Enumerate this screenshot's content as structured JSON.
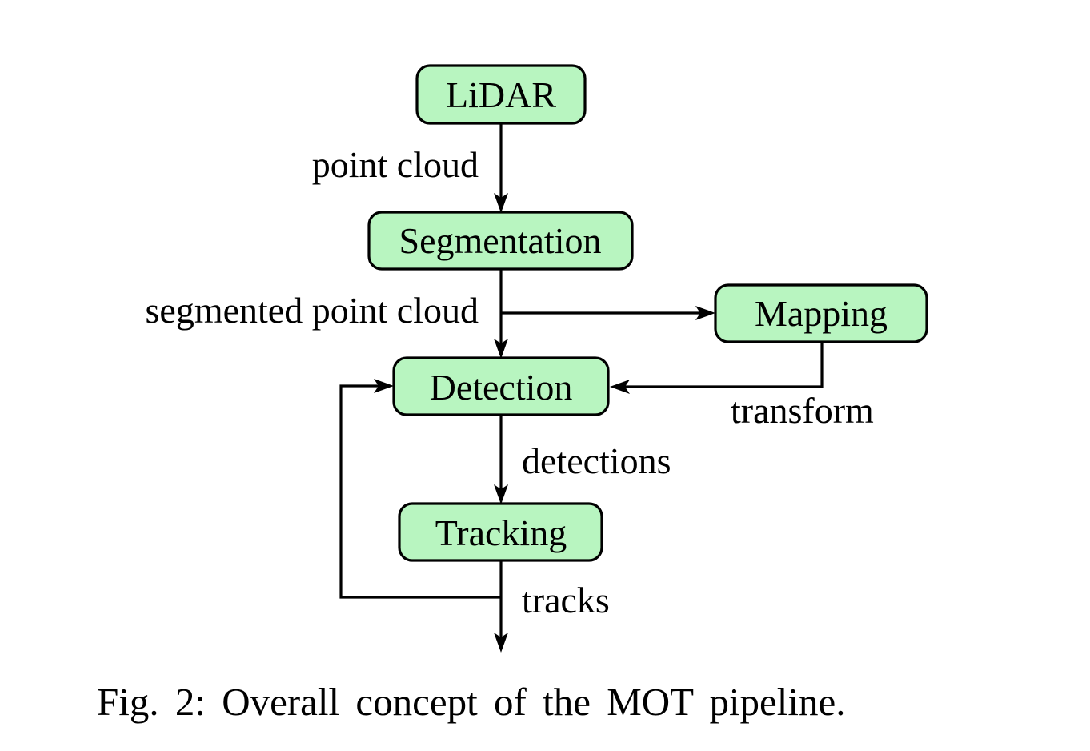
{
  "nodes": {
    "lidar": "LiDAR",
    "segmentation": "Segmentation",
    "mapping": "Mapping",
    "detection": "Detection",
    "tracking": "Tracking"
  },
  "edges": {
    "point_cloud": "point cloud",
    "segmented_point_cloud": "segmented point cloud",
    "transform": "transform",
    "detections": "detections",
    "tracks": "tracks"
  },
  "caption": "Fig. 2: Overall concept of the MOT pipeline.",
  "colors": {
    "node_fill": "#b8f5c0",
    "stroke": "#000000"
  }
}
